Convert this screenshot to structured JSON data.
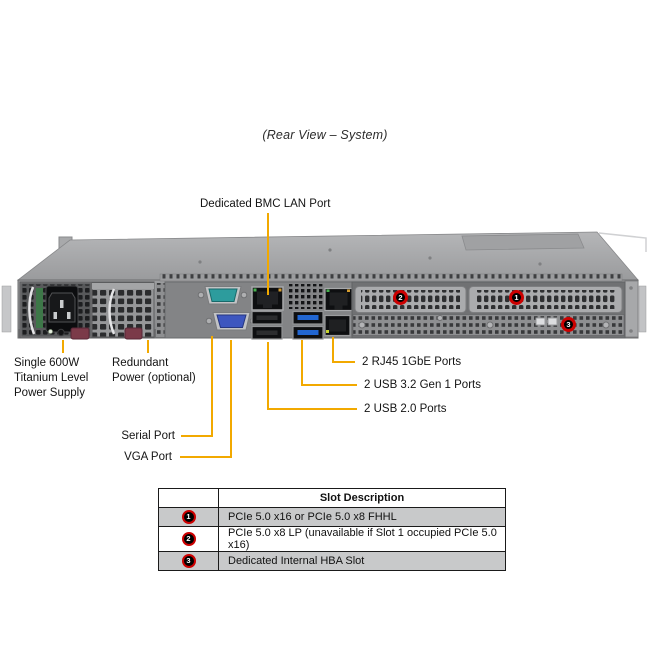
{
  "page": {
    "title": "(Rear View – System)"
  },
  "callouts": {
    "bmc": "Dedicated BMC LAN Port",
    "psu": "Single 600W\nTitanium Level\nPower Supply",
    "redundant": "Redundant\nPower (optional)",
    "serial": "Serial Port",
    "vga": "VGA Port",
    "rj45": "2 RJ45 1GbE Ports",
    "usb32": "2 USB 3.2 Gen 1 Ports",
    "usb20": "2 USB 2.0 Ports"
  },
  "table": {
    "header": "Slot Description",
    "rows": [
      {
        "num": "1",
        "desc": "PCIe 5.0 x16 or PCIe 5.0 x8 FHHL"
      },
      {
        "num": "2",
        "desc": "PCIe 5.0 x8 LP (unavailable if Slot 1 occupied PCIe 5.0 x16)"
      },
      {
        "num": "3",
        "desc": "Dedicated Internal HBA Slot"
      }
    ]
  },
  "colors": {
    "leader": "#F2A900",
    "badge_ring": "#CC0000",
    "serial_teal": "#2D9C9D",
    "vga_blue": "#3D56BF",
    "usb3_blue": "#2166D2"
  }
}
